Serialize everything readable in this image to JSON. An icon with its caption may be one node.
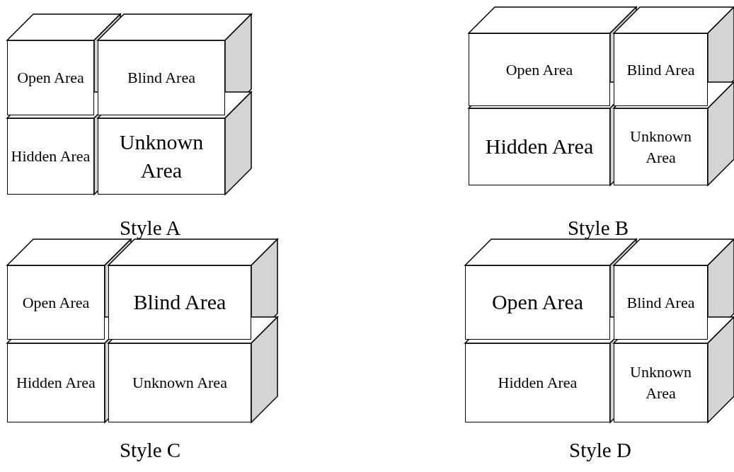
{
  "diagram": {
    "nodes": [
      {
        "text": [
          "Open Area"
        ]
      },
      {
        "text": [
          "Blind Area"
        ]
      },
      {
        "text": [
          "Hidden Area"
        ]
      },
      {
        "text": [
          "Unknown Area"
        ]
      },
      {
        "text": [
          "Open Area"
        ]
      },
      {
        "text": [
          "Blind Area"
        ]
      },
      {
        "text": [
          "Hidden Area"
        ]
      },
      {
        "text": [
          "Unknown Area"
        ]
      },
      {
        "text": [
          "Open Area"
        ]
      },
      {
        "text": [
          "Blind Area"
        ]
      },
      {
        "text": [
          "Hidden Area"
        ]
      },
      {
        "text": [
          "Unknown Area"
        ]
      },
      {
        "text": [
          "Open Area"
        ]
      },
      {
        "text": [
          "Blind Area"
        ]
      },
      {
        "text": [
          "Hidden Area"
        ]
      },
      {
        "text": [
          "Unknown Area"
        ]
      }
    ],
    "labels": [
      "Style A",
      "Style B",
      "Style C",
      "Style D"
    ]
  }
}
